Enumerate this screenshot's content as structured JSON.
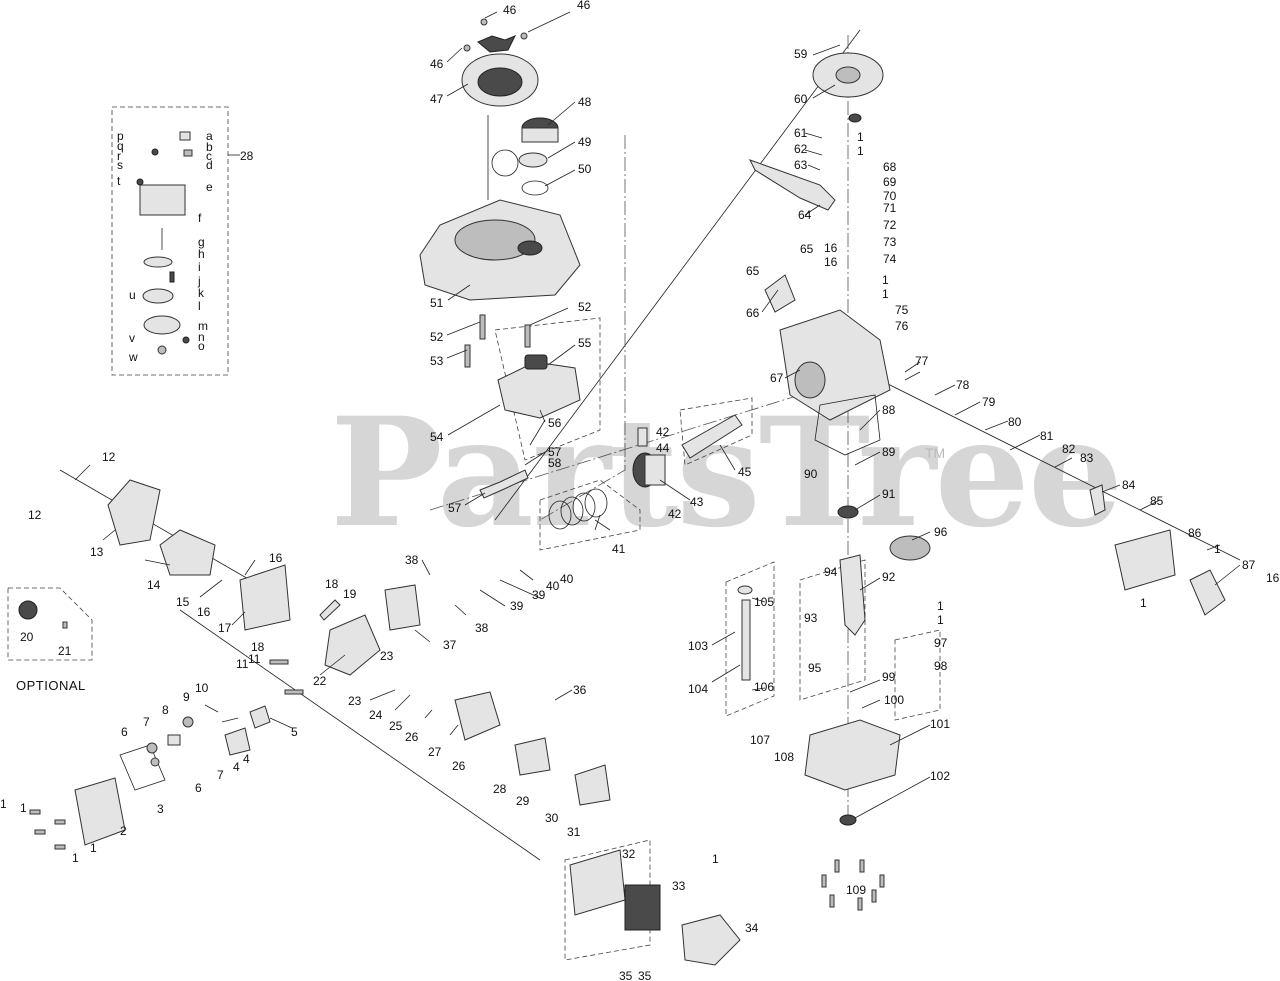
{
  "watermark": {
    "brand": "PartsTree",
    "trademark": "TM"
  },
  "optional_label": "OPTIONAL",
  "callouts": {
    "c1": "1",
    "c2": "2",
    "c3": "3",
    "c4": "4",
    "c5": "5",
    "c6": "6",
    "c7": "7",
    "c8": "8",
    "c9": "9",
    "c10": "10",
    "c11": "11",
    "c12": "12",
    "c13": "13",
    "c14": "14",
    "c15": "15",
    "c16": "16",
    "c17": "17",
    "c18": "18",
    "c19": "19",
    "c20": "20",
    "c21": "21",
    "c22": "22",
    "c23": "23",
    "c24": "24",
    "c25": "25",
    "c26": "26",
    "c27": "27",
    "c28": "28",
    "c29": "29",
    "c30": "30",
    "c31": "31",
    "c32": "32",
    "c33": "33",
    "c34": "34",
    "c35": "35",
    "c36": "36",
    "c37": "37",
    "c38": "38",
    "c39": "39",
    "c40": "40",
    "c41": "41",
    "c42": "42",
    "c43": "43",
    "c44": "44",
    "c45": "45",
    "c46": "46",
    "c47": "47",
    "c48": "48",
    "c49": "49",
    "c50": "50",
    "c51": "51",
    "c52": "52",
    "c53": "53",
    "c54": "54",
    "c55": "55",
    "c56": "56",
    "c57": "57",
    "c58": "58",
    "c59": "59",
    "c60": "60",
    "c61": "61",
    "c62": "62",
    "c63": "63",
    "c64": "64",
    "c65": "65",
    "c66": "66",
    "c67": "67",
    "c68": "68",
    "c69": "69",
    "c70": "70",
    "c71": "71",
    "c72": "72",
    "c73": "73",
    "c74": "74",
    "c75": "75",
    "c76": "76",
    "c77": "77",
    "c78": "78",
    "c79": "79",
    "c80": "80",
    "c81": "81",
    "c82": "82",
    "c83": "83",
    "c84": "84",
    "c85": "85",
    "c86": "86",
    "c87": "87",
    "c88": "88",
    "c89": "89",
    "c90": "90",
    "c91": "91",
    "c92": "92",
    "c93": "93",
    "c94": "94",
    "c95": "95",
    "c96": "96",
    "c97": "97",
    "c98": "98",
    "c99": "99",
    "c100": "100",
    "c101": "101",
    "c102": "102",
    "c103": "103",
    "c104": "104",
    "c105": "105",
    "c106": "106",
    "c107": "107",
    "c108": "108",
    "c109": "109",
    "a": "a",
    "b": "b",
    "c": "c",
    "d": "d",
    "e": "e",
    "f": "f",
    "g": "g",
    "h": "h",
    "i": "i",
    "j": "j",
    "k": "k",
    "l": "l",
    "m": "m",
    "n": "n",
    "o": "o",
    "p": "p",
    "q": "q",
    "r": "r",
    "s": "s",
    "t": "t",
    "u": "u",
    "v": "v",
    "w": "w"
  }
}
